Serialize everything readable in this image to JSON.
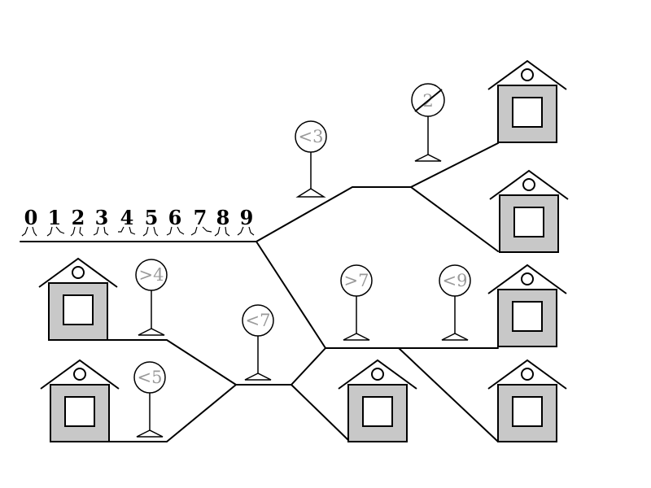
{
  "walkers": [
    "0",
    "1",
    "2",
    "3",
    "4",
    "5",
    "6",
    "7",
    "8",
    "9"
  ],
  "signs": [
    {
      "id": "lt3",
      "label": "<3"
    },
    {
      "id": "no2",
      "label": "2",
      "crossed": true
    },
    {
      "id": "gt4",
      "label": ">4"
    },
    {
      "id": "lt5",
      "label": "<5"
    },
    {
      "id": "lt7",
      "label": "<7"
    },
    {
      "id": "gt7",
      "label": ">7"
    },
    {
      "id": "lt9",
      "label": "<9"
    }
  ],
  "colors": {
    "house_fill": "#c8c8c8",
    "sign_text": "#9a9a9a",
    "lines": "#000000"
  }
}
